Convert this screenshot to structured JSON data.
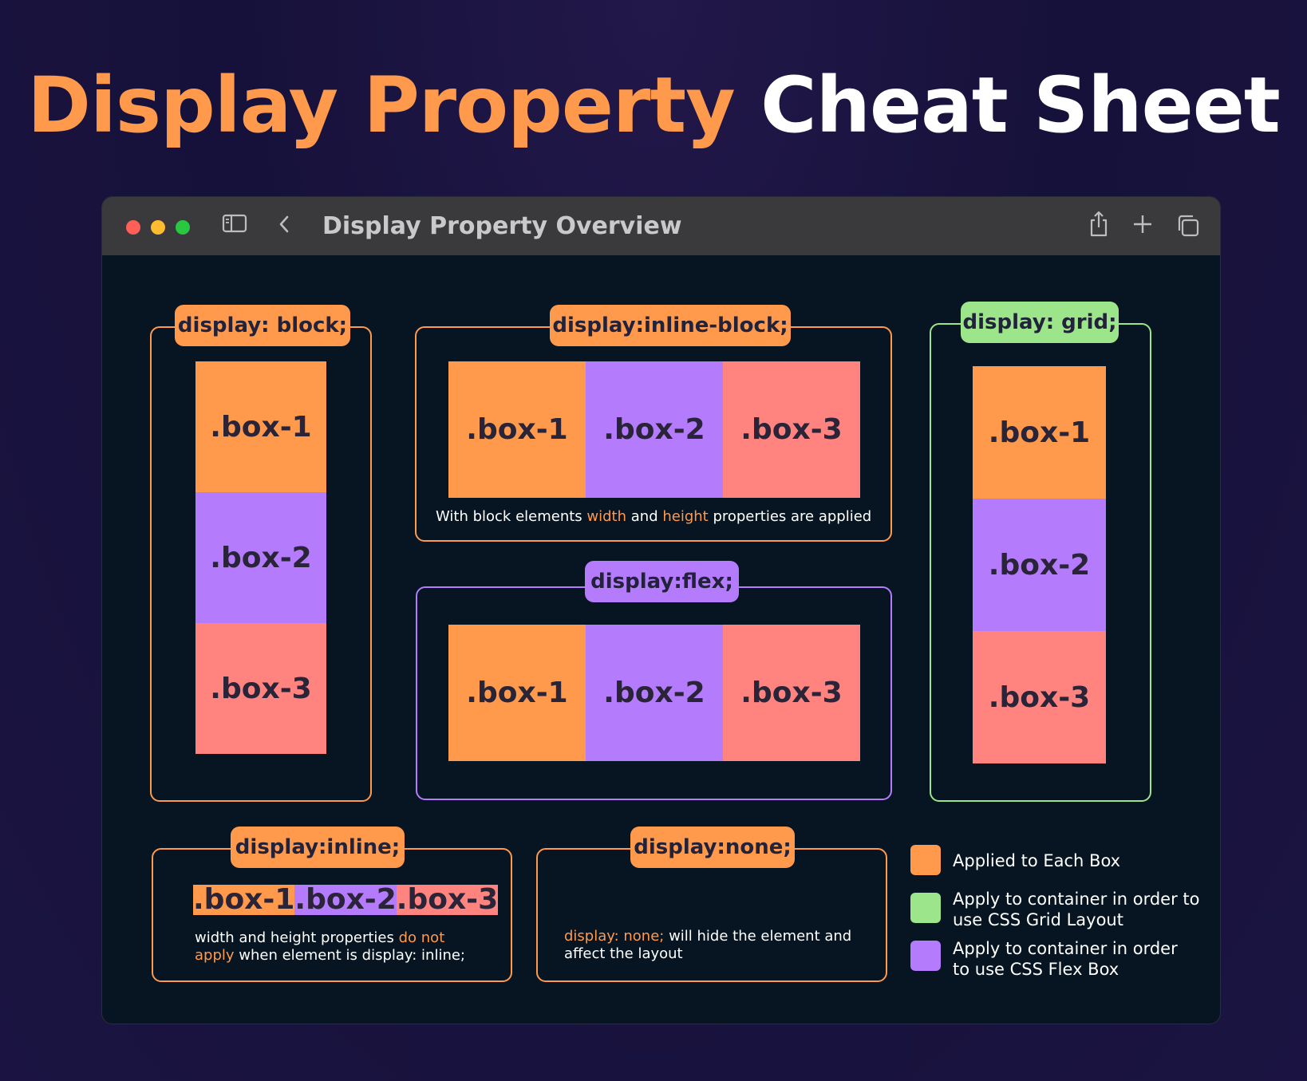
{
  "heading": {
    "part1": "Display Property",
    "part2": "Cheat Sheet"
  },
  "window": {
    "title": "Display Property Overview",
    "icons": [
      "sidebar-icon",
      "back-chevron-icon",
      "share-icon",
      "plus-icon",
      "tabs-icon"
    ]
  },
  "colors": {
    "orange": "#ff9a4d",
    "purple": "#b47cfd",
    "salmon": "#ff837f",
    "green": "#9de58a"
  },
  "block": {
    "tag": "display: block;",
    "boxes": [
      ".box-1",
      ".box-2",
      ".box-3"
    ]
  },
  "inline_block": {
    "tag": "display:inline-block;",
    "boxes": [
      ".box-1",
      ".box-2",
      ".box-3"
    ],
    "note": {
      "a": "With block elements ",
      "b": "width",
      "c": " and ",
      "d": "height",
      "e": " properties are applied"
    }
  },
  "flex": {
    "tag": "display:flex;",
    "boxes": [
      ".box-1",
      ".box-2",
      ".box-3"
    ]
  },
  "grid": {
    "tag": "display: grid;",
    "boxes": [
      ".box-1",
      ".box-2",
      ".box-3"
    ]
  },
  "inline": {
    "tag": "display:inline;",
    "boxes": [
      ".box-1",
      ".box-2",
      ".box-3"
    ],
    "note": {
      "a": "width and height properties ",
      "b": "do not",
      "c": "apply",
      "d": " when element is display: inline;"
    }
  },
  "none": {
    "tag": "display:none;",
    "note": {
      "a": "display: none;",
      "b": " will hide the element and",
      "c": "affect the layout"
    }
  },
  "legend": [
    {
      "text": "Applied to Each Box"
    },
    {
      "text1": "Apply to container in order to",
      "text2": "use CSS Grid Layout"
    },
    {
      "text1": "Apply to container in order",
      "text2": "to use CSS Flex Box"
    }
  ]
}
